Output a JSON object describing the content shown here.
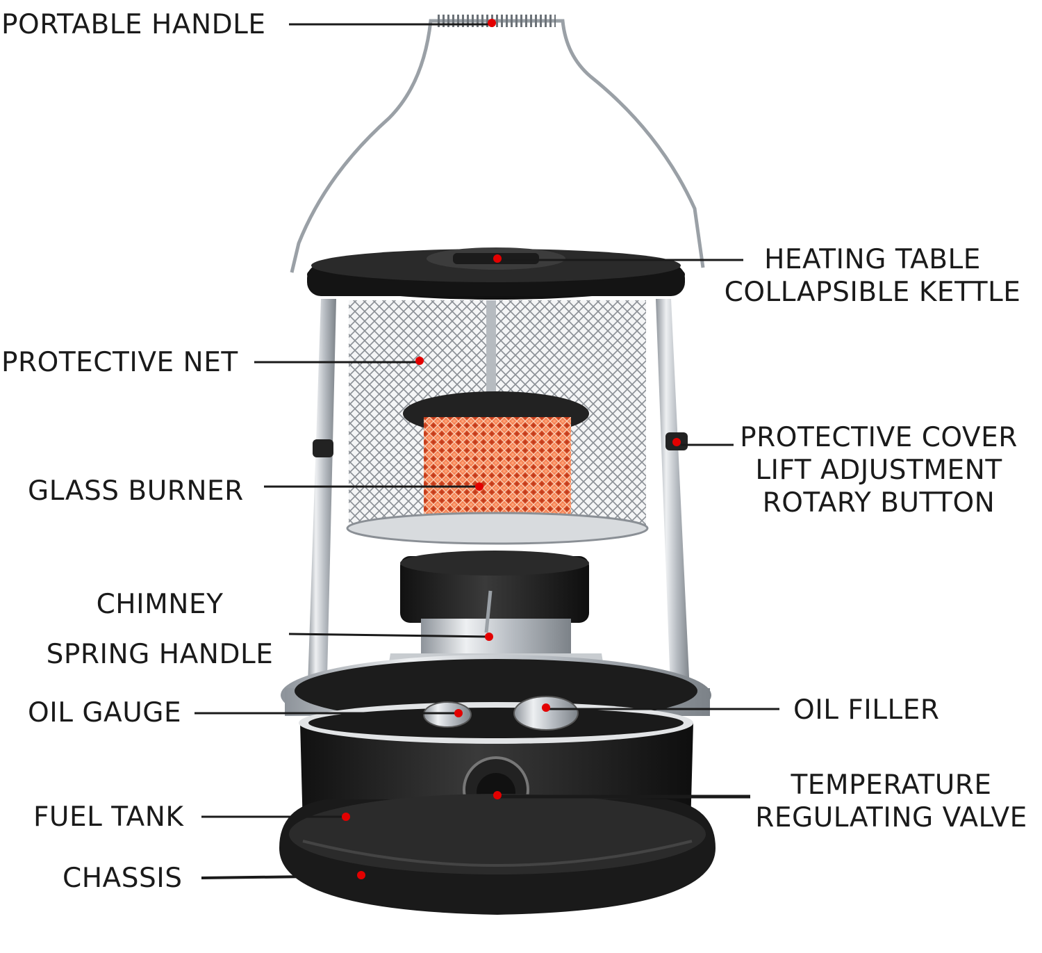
{
  "labels": {
    "portable_handle": "PORTABLE HANDLE",
    "heating_table": [
      "HEATING TABLE",
      "COLLAPSIBLE KETTLE"
    ],
    "protective_net": "PROTECTIVE NET",
    "protective_cover": [
      "PROTECTIVE COVER",
      "LIFT ADJUSTMENT",
      "ROTARY BUTTON"
    ],
    "glass_burner": "GLASS BURNER",
    "chimney_spring": [
      "CHIMNEY",
      "SPRING HANDLE"
    ],
    "oil_gauge": "OIL GAUGE",
    "oil_filler": "OIL FILLER",
    "temperature_valve": [
      "TEMPERATURE",
      "REGULATING VALVE"
    ],
    "fuel_tank": "FUEL TANK",
    "chassis": "CHASSIS"
  },
  "colors": {
    "marker": "#e30000",
    "leader_line": "#1a1a1a",
    "body_black": "#1c1c1c",
    "steel": "#c9cdd2",
    "flame": "#f26a3a"
  }
}
